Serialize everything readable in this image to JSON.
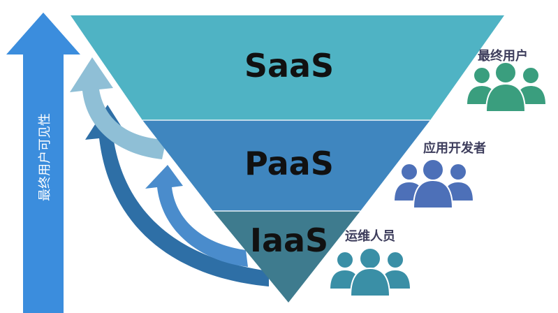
{
  "axis": {
    "label": "最终用户可见性"
  },
  "layers": [
    {
      "name": "SaaS",
      "color": "#4fb3c4"
    },
    {
      "name": "PaaS",
      "color": "#3f86bf"
    },
    {
      "name": "IaaS",
      "color": "#3e7b8e"
    }
  ],
  "audiences": [
    {
      "label": "最终用户",
      "icon": "people-group-icon",
      "color": "#3a9e7e"
    },
    {
      "label": "应用开发者",
      "icon": "people-group-icon",
      "color": "#4d70b8"
    },
    {
      "label": "运维人员",
      "icon": "people-group-icon",
      "color": "#3a8fa6"
    }
  ],
  "colors": {
    "visibility_arrow": "#3b8ddd",
    "curve_light": "#8fbfd6",
    "curve_mid": "#4a8ccc",
    "curve_dark": "#2e6fa6",
    "group_label": "#3d3d5c"
  }
}
